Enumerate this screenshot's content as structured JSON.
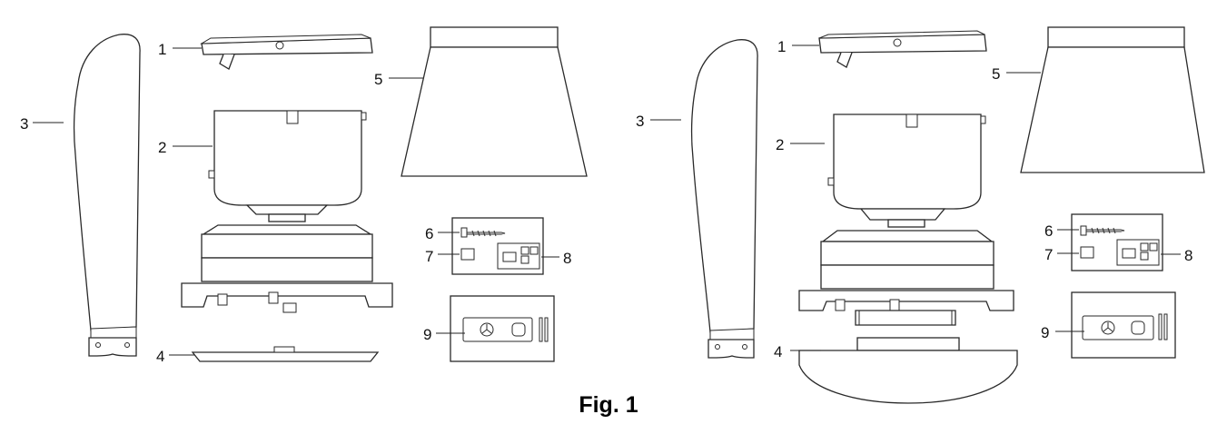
{
  "caption": "Fig. 1",
  "left_diagram": {
    "labels": {
      "p1": "1",
      "p2": "2",
      "p3": "3",
      "p4": "4",
      "p5": "5",
      "p6": "6",
      "p7": "7",
      "p8": "8",
      "p9": "9"
    }
  },
  "right_diagram": {
    "labels": {
      "p1": "1",
      "p2": "2",
      "p3": "3",
      "p4": "4",
      "p5": "5",
      "p6": "6",
      "p7": "7",
      "p8": "8",
      "p9": "9"
    }
  }
}
